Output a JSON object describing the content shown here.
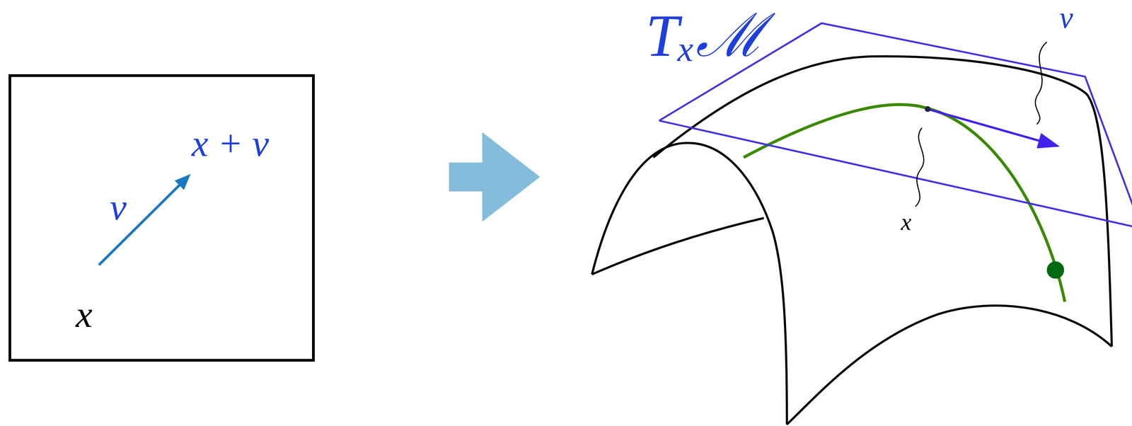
{
  "diagram": {
    "nodes": [
      {
        "text": [
          "x",
          "v",
          "x + v"
        ]
      }
    ],
    "labels": [
      "Tₓℳ",
      "v",
      "x"
    ]
  }
}
